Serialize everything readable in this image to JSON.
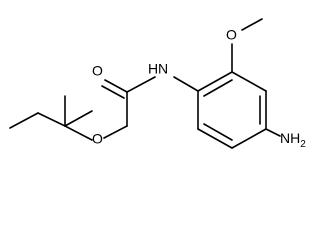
{
  "molecule": {
    "atoms": {
      "amide_oxygen": "O",
      "amide_nitrogen": "N",
      "amide_hydrogen": "H",
      "ether_oxygen": "O",
      "methoxy_oxygen": "O",
      "amine_nitrogen": "NH",
      "amine_subscript": "2"
    }
  },
  "colors": {
    "bond": "#000000",
    "label": "#000000",
    "background": "#ffffff"
  }
}
